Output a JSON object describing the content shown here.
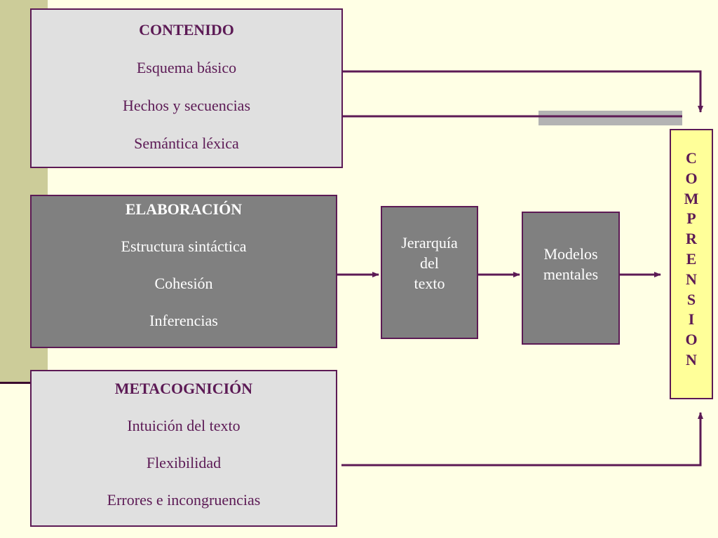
{
  "contenido": {
    "title": "CONTENIDO",
    "items": [
      "Esquema básico",
      "Hechos y secuencias",
      "Semántica léxica"
    ]
  },
  "elaboracion": {
    "title": "ELABORACIÓN",
    "items": [
      "Estructura sintáctica",
      "Cohesión",
      "Inferencias"
    ]
  },
  "metacognicion": {
    "title": "METACOGNICIÓN",
    "items": [
      "Intuición del texto",
      "Flexibilidad",
      "Errores e incongruencias"
    ]
  },
  "jerarquia": {
    "lines": [
      "Jerarquía",
      "del",
      "texto"
    ]
  },
  "modelos": {
    "lines": [
      "Modelos",
      "mentales"
    ]
  },
  "comprension": {
    "letters": [
      "C",
      "O",
      "M",
      "P",
      "R",
      "E",
      "N",
      "S",
      "I",
      "O",
      "N"
    ]
  },
  "colors": {
    "accent": "#5c1a55",
    "background": "#ffffe5",
    "strip": "#cccc99",
    "light_box": "#e0e0e0",
    "dark_box": "#808080",
    "comprension_box": "#ffff99",
    "gray_bar": "#b3b3b3"
  }
}
